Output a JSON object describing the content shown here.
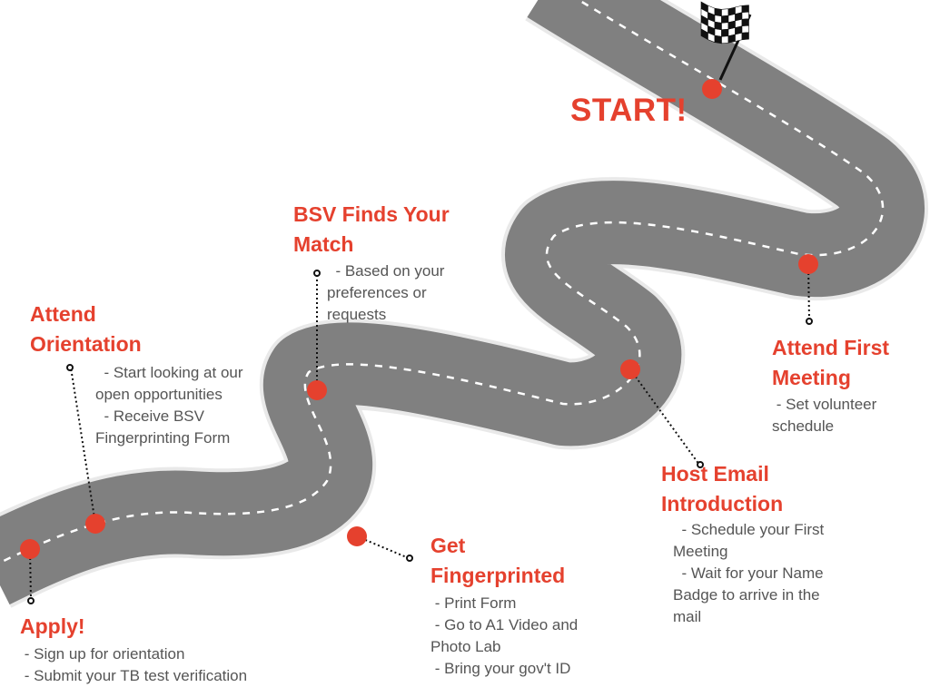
{
  "colors": {
    "road": "#808080",
    "road_edge": "#e9e9e9",
    "lane": "#ffffff",
    "marker": "#e5412e",
    "title": "#e5412e",
    "text": "#555555",
    "leader": "#111111"
  },
  "icons": {
    "finish": "checkered-flag-icon"
  },
  "start_label": "START!",
  "steps": [
    {
      "id": "apply",
      "title": "Apply!",
      "lines": [
        " - Sign up for orientation",
        " - Submit your TB test verification"
      ]
    },
    {
      "id": "orientation",
      "title": "Attend\nOrientation",
      "lines": [
        "  - Start looking at our",
        "open opportunities",
        "  - Receive BSV",
        "Fingerprinting Form"
      ]
    },
    {
      "id": "match",
      "title": "BSV Finds Your\nMatch",
      "lines": [
        "  - Based on your",
        "preferences or",
        "requests"
      ]
    },
    {
      "id": "fingerprint",
      "title": "Get\nFingerprinted",
      "lines": [
        " - Print Form",
        " - Go to A1 Video and",
        "Photo Lab",
        " - Bring your gov't ID"
      ]
    },
    {
      "id": "email",
      "title": "Host Email\nIntroduction",
      "lines": [
        "  - Schedule your First",
        "Meeting",
        "  - Wait for your Name",
        "Badge to arrive in the",
        "mail"
      ]
    },
    {
      "id": "meeting",
      "title": "Attend First\nMeeting",
      "lines": [
        " - Set volunteer",
        "schedule"
      ]
    }
  ]
}
